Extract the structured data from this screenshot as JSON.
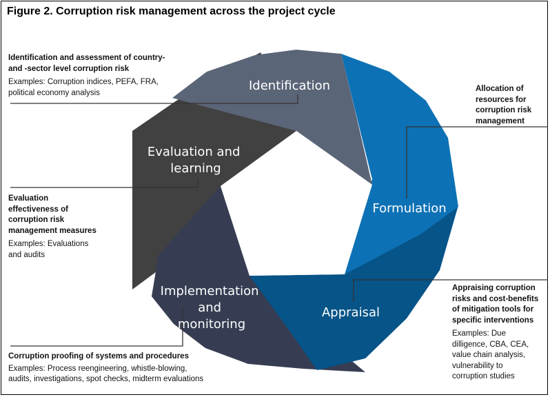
{
  "figure": {
    "title": "Figure 2. Corruption risk management across the project cycle"
  },
  "segments": [
    {
      "label_lines": [
        "Identification"
      ],
      "color": "#5b6578"
    },
    {
      "label_lines": [
        "Formulation"
      ],
      "color": "#0d71b5"
    },
    {
      "label_lines": [
        "Appraisal"
      ],
      "color": "#065488"
    },
    {
      "label_lines": [
        "Implementation",
        "and",
        "monitoring"
      ],
      "color": "#363d53"
    },
    {
      "label_lines": [
        "Evaluation and",
        "learning"
      ],
      "color": "#414142"
    }
  ],
  "callouts": {
    "identification": {
      "heading": "Identification and assessment of country-\nand -sector level corruption risk",
      "examples": "Examples: Corruption indices, PEFA, FRA,\npolitical economy analysis"
    },
    "formulation": {
      "heading": "Allocation of\nresources for\ncorruption risk\nmanagement"
    },
    "evaluation": {
      "heading": "Evaluation\neffectiveness of\ncorruption risk\nmanagement measures",
      "examples": "Examples: Evaluations\nand audits"
    },
    "appraisal": {
      "heading": "Appraising corruption\nrisks and cost-benefits\nof mitigation tools for\nspecific interventions",
      "examples": "Examples: Due\ndilligence, CBA, CEA,\nvalue chain analysis,\nvulnerability to\ncorruption studies"
    },
    "implementation": {
      "heading": "Corruption proofing of systems and procedures",
      "examples": "Examples: Process reengineering, whistle-blowing,\naudits, investigations, spot checks, midterm evaluations"
    }
  }
}
